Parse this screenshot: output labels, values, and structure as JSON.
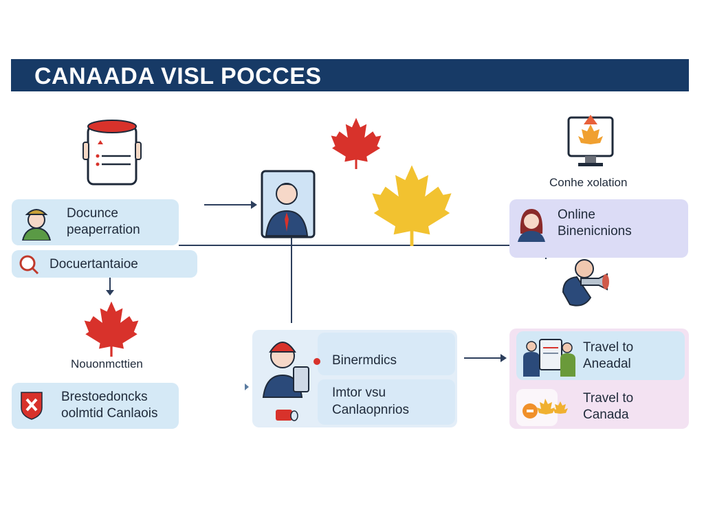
{
  "title": "CANAADA VISL POCCES",
  "steps": {
    "doc_prep": "Docunce peaperration",
    "documentation": "Docuertantaioe",
    "maple_caption": "Nouonmcttien",
    "bottom_left": [
      "Brestoedoncks",
      "oolmtid Canlaois"
    ],
    "monitor_caption": "Conhe xolation",
    "online": [
      "Online",
      "Binenicnions"
    ],
    "biometrics": "Binermdics",
    "interview": [
      "Imtor vsu",
      "Canlaopnrios"
    ],
    "travel1": [
      "Travel to",
      "Aneadal"
    ],
    "travel2": [
      "Travel to",
      "Canada"
    ]
  },
  "colors": {
    "title_bar": "#173a66",
    "maple_red": "#d8322b",
    "maple_yellow": "#f2c230",
    "box_blue": "#d5e9f6",
    "box_lavender": "#dcdcf6",
    "box_pink": "#f3e2f2"
  }
}
